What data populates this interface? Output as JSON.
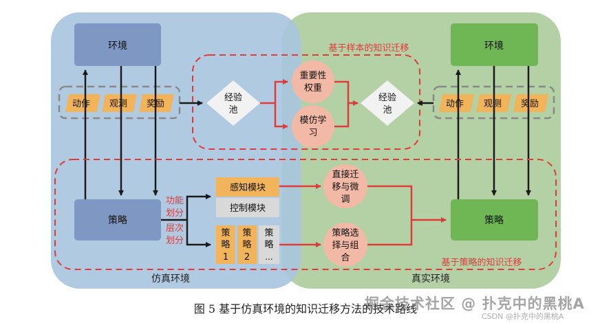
{
  "regions": {
    "sim_label": "仿真环境",
    "real_label": "真实环境"
  },
  "left": {
    "env": "环境",
    "action": "动作",
    "observe": "观测",
    "reward": "奖励",
    "policy": "策略"
  },
  "right": {
    "env": "环境",
    "action": "动作",
    "observe": "观测",
    "reward": "奖励",
    "policy": "策略"
  },
  "sample_transfer": {
    "title": "基于样本的知识迁移",
    "pool_left": [
      "经验",
      "池"
    ],
    "pool_right": [
      "经验",
      "池"
    ],
    "importance": [
      "重要性",
      "权重"
    ],
    "imitation": [
      "模仿学",
      "习"
    ]
  },
  "policy_transfer": {
    "title": "基于策略的知识迁移",
    "func_split": [
      "功能",
      "划分"
    ],
    "hier_split": [
      "层次",
      "划分"
    ],
    "perception": "感知模块",
    "control": "控制模块",
    "sub1": [
      "策",
      "略",
      "1"
    ],
    "sub2": [
      "策",
      "略",
      "2"
    ],
    "sub3": [
      "策",
      "略",
      "..."
    ],
    "direct": [
      "直接迁",
      "移与微",
      "调"
    ],
    "select": [
      "策略选",
      "择与组",
      "合"
    ]
  },
  "caption": "图 5    基于仿真环境的知识迁移方法的技术路线",
  "watermark": "掘金技术社区 @ 扑克中的黑桃A",
  "watermark2": "CSDN @扑克中的黑桃A",
  "colors": {
    "sim_bg": "#a9c6de",
    "real_bg": "#b4d1a6",
    "env_left": "#7f97c3",
    "env_right": "#6fb655",
    "tag": "#f2b45a",
    "circle": "#f2b9a6",
    "red": "#e23a3a"
  }
}
